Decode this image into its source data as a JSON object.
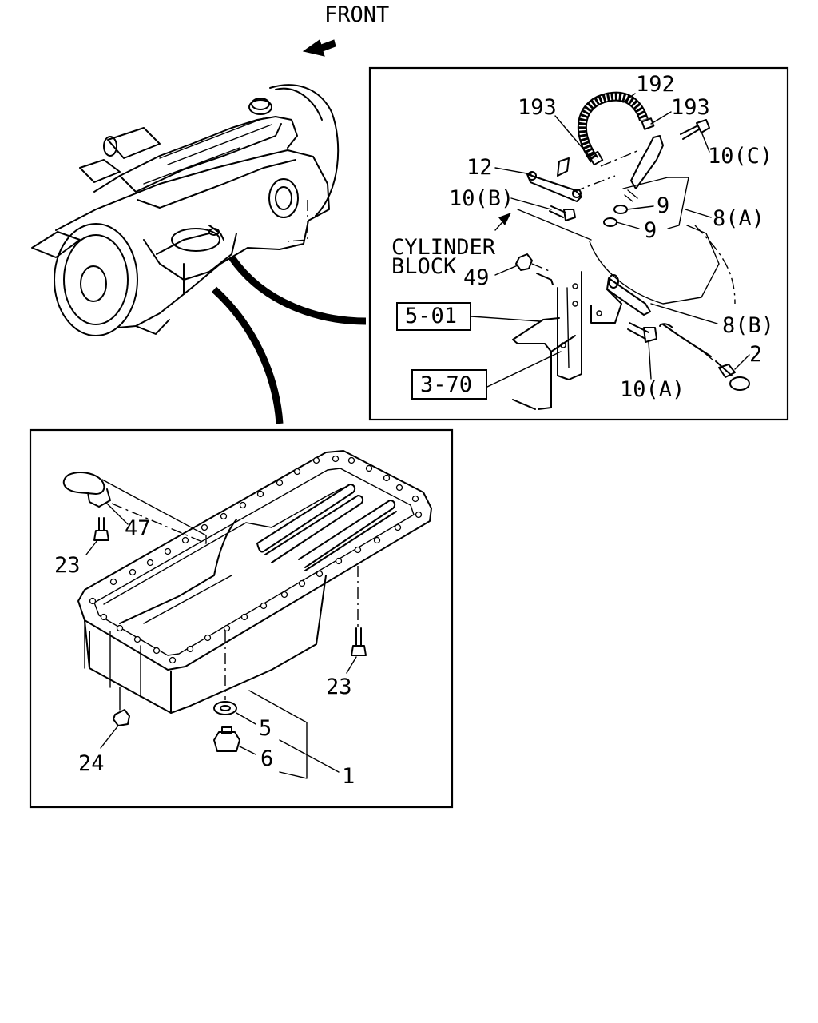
{
  "diagram": {
    "front_label": "FRONT",
    "detail_panel": {
      "callouts": {
        "hose": "192",
        "clip_left": "193",
        "clip_right": "193",
        "bolt_c": "10(C)",
        "bracket": "12",
        "bolt_b": "10(B)",
        "oring_upper": "9",
        "oring_lower": "9",
        "guide_tube_a": "8(A)",
        "cylinder_block_line1": "CYLINDER",
        "cylinder_block_line2": "BLOCK",
        "nut": "49",
        "guide_tube_b": "8(B)",
        "dipstick": "2",
        "bolt_a": "10(A)"
      },
      "references": {
        "ref_upper": "5-01",
        "ref_lower": "3-70"
      }
    },
    "oil_pan_panel": {
      "callouts": {
        "bracket_47": "47",
        "bolt_23_left": "23",
        "bolt_23_right": "23",
        "washer": "5",
        "drain_plug": "6",
        "oil_pan": "1",
        "nut_24": "24"
      }
    }
  }
}
